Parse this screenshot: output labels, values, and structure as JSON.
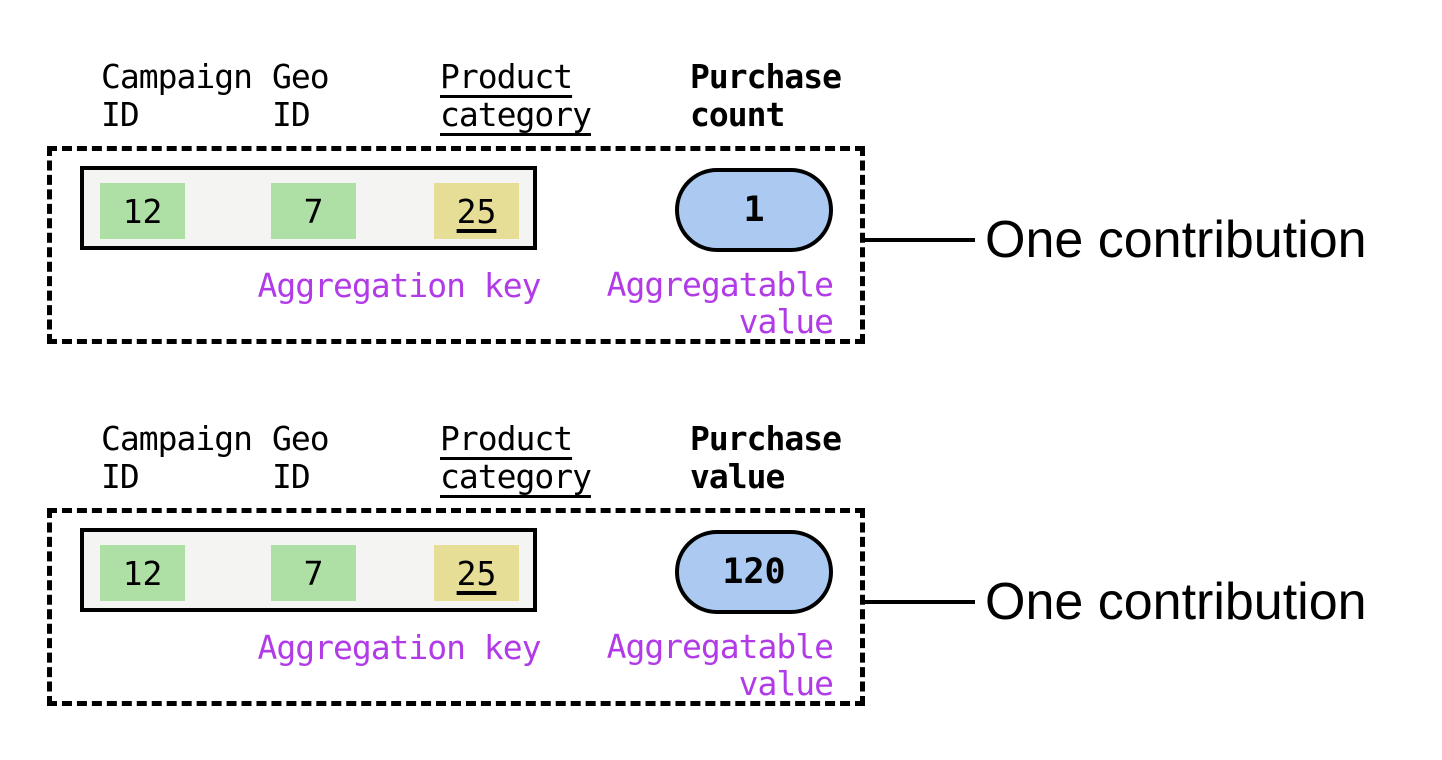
{
  "palette": {
    "green": "#aee0a5",
    "yellow": "#e6dd96",
    "blue": "#abc9f1",
    "purple": "#b23be8",
    "record_bg": "#f4f4f2",
    "ink": "#000000"
  },
  "sections": [
    {
      "columns": {
        "campaign": "Campaign\nID",
        "geo": "Geo\nID",
        "product": "Product\ncategory"
      },
      "metric_label": "Purchase\ncount",
      "record": {
        "campaign_id": "12",
        "geo_id": "7",
        "product_category": "25"
      },
      "aggregation_key_label": "Aggregation key",
      "aggregatable_value_label": "Aggregatable\nvalue",
      "metric_value": "1",
      "contribution_label": "One contribution"
    },
    {
      "columns": {
        "campaign": "Campaign\nID",
        "geo": "Geo\nID",
        "product": "Product\ncategory"
      },
      "metric_label": "Purchase\nvalue",
      "record": {
        "campaign_id": "12",
        "geo_id": "7",
        "product_category": "25"
      },
      "aggregation_key_label": "Aggregation key",
      "aggregatable_value_label": "Aggregatable\nvalue",
      "metric_value": "120",
      "contribution_label": "One contribution"
    }
  ]
}
